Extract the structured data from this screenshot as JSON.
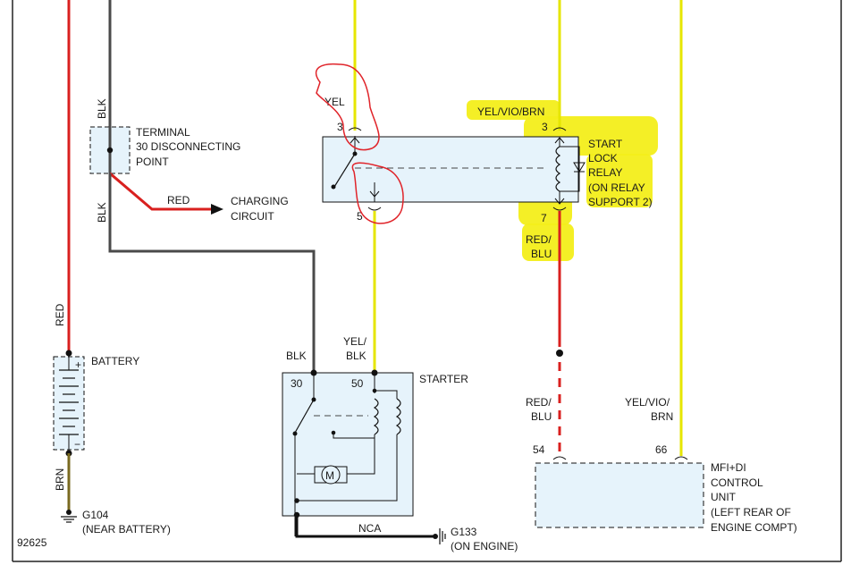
{
  "labels": {
    "blk_top": "BLK",
    "blk_mid": "BLK",
    "terminal_line1": "TERMINAL",
    "terminal_line2": "30 DISCONNECTING",
    "terminal_line3": "POINT",
    "red_charging": "RED",
    "charging_line1": "CHARGING",
    "charging_line2": "CIRCUIT",
    "red_battery": "RED",
    "battery": "BATTERY",
    "brn": "BRN",
    "g104": "G104",
    "g104_note": "(NEAR BATTERY)",
    "diagram_id": "92625",
    "yel": "YEL",
    "relay_pin3_left": "3",
    "relay_pin5": "5",
    "yel_vio_brn_top": "YEL/VIO/BRN",
    "relay_pin3_right": "3",
    "relay_pin7": "7",
    "red_blu_1": "RED/",
    "red_blu_2": "BLU",
    "start_lock_1": "START",
    "start_lock_2": "LOCK",
    "start_lock_3": "RELAY",
    "start_lock_4": "(ON RELAY",
    "start_lock_5": "SUPPORT 2)",
    "blk_starter": "BLK",
    "yel_blk_1": "YEL/",
    "yel_blk_2": "BLK",
    "starter": "STARTER",
    "pin30": "30",
    "pin50": "50",
    "motor": "M",
    "nca": "NCA",
    "g133": "G133",
    "g133_note": "(ON ENGINE)",
    "red_blu_lower_1": "RED/",
    "red_blu_lower_2": "BLU",
    "yel_vio_brn_lower_1": "YEL/VIO/",
    "yel_vio_brn_lower_2": "BRN",
    "pin54": "54",
    "pin66": "66",
    "mfi_1": "MFI+DI",
    "mfi_2": "CONTROL",
    "mfi_3": "UNIT",
    "mfi_4": "(LEFT REAR OF",
    "mfi_5": "ENGINE COMPT)",
    "battery_plus": "+",
    "battery_minus": "−"
  },
  "colors": {
    "wire_red": "#d9201f",
    "wire_yellow": "#e6e600",
    "wire_gray": "#4a4a4a",
    "wire_black": "#111111",
    "wire_brown": "#7a6a20",
    "component_fill": "#e6f3fb",
    "highlight": "#f3ee1a",
    "annotation_circle": "#e0242a"
  }
}
